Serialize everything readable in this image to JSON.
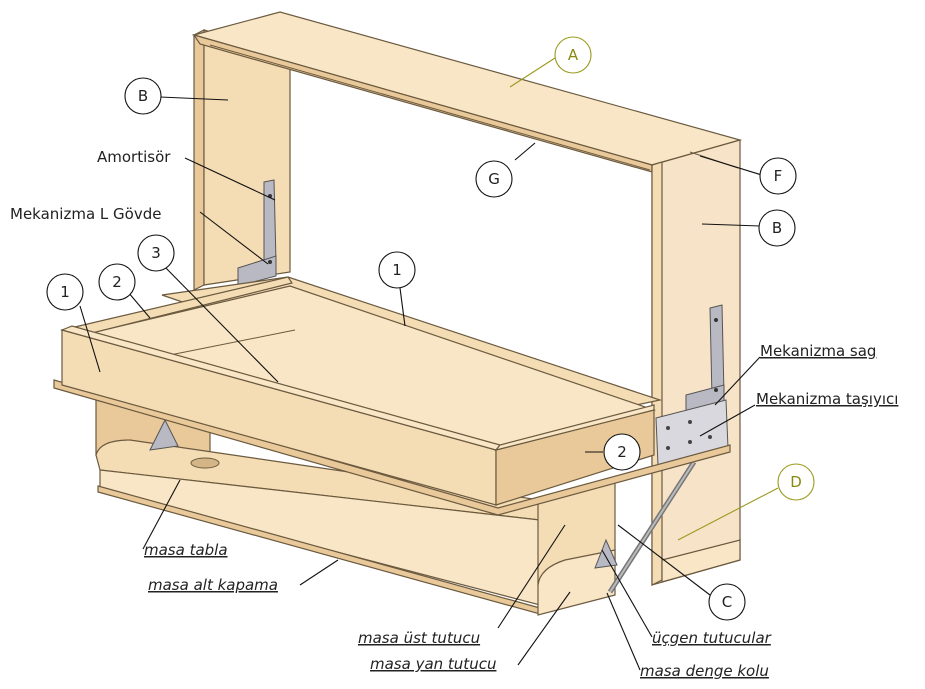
{
  "callouts": {
    "A": "A",
    "B_left": "B",
    "B_right": "B",
    "C": "C",
    "D": "D",
    "F": "F",
    "G": "G",
    "n1_left": "1",
    "n1_top": "1",
    "n2_left": "2",
    "n2_right": "2",
    "n3": "3"
  },
  "labels": {
    "amortisor": "Amortisör",
    "mekanizma_l_govde": "Mekanizma L Gövde",
    "mekanizma_sag": "Mekanizma sag",
    "mekanizma_tasiyici": "Mekanizma taşıyıcı",
    "masa_tabla": "masa tabla",
    "masa_alt_kapama": "masa alt kapama",
    "masa_ust_tutucu": "masa üst tutucu",
    "masa_yan_tutucu": "masa yan tutucu",
    "ucgen_tutucular": "üçgen tutucular",
    "masa_denge_kolu": "masa denge kolu"
  },
  "colors": {
    "wood": "#f4dcb4",
    "metal": "#b9b9c4",
    "callout_highlight": "#9a9a20"
  }
}
